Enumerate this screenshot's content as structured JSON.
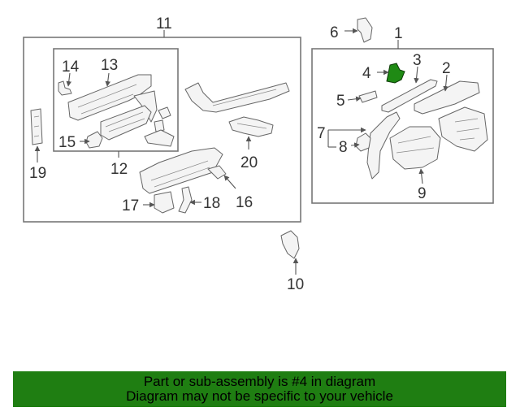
{
  "callouts": {
    "c1": "1",
    "c2": "2",
    "c3": "3",
    "c4": "4",
    "c5": "5",
    "c6": "6",
    "c7": "7",
    "c8": "8",
    "c9": "9",
    "c10": "10",
    "c11": "11",
    "c12": "12",
    "c13": "13",
    "c14": "14",
    "c15": "15",
    "c16": "16",
    "c17": "17",
    "c18": "18",
    "c19": "19",
    "c20": "20"
  },
  "highlight": {
    "part_number": "4",
    "color": "#1f8a14"
  },
  "banner": {
    "line1": "Part or sub-assembly is #4 in diagram",
    "line2": "Diagram may not be specific to your vehicle",
    "color": "#1f7e12"
  }
}
